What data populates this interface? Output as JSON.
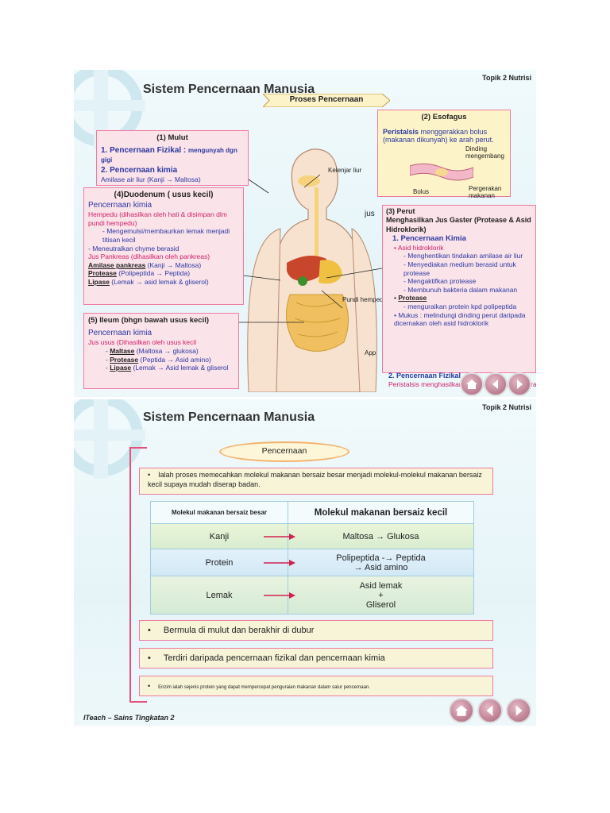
{
  "slide1": {
    "topic": "Topik 2 Nutrisi",
    "title": "Sistem Pencernaan Manusia",
    "ribbon": "Proses Pencernaan",
    "mulut": {
      "heading": "(1) Mulut",
      "l1a": "1. Pencernaan Fizikal : ",
      "l1b": "mengunyah dgn gigi",
      "l2": "2. Pencernaan kimia",
      "l3": "Amilase air liur (Kanji → Maltosa)"
    },
    "duodenum": {
      "heading": "(4)Duodenum ( usus kecil)",
      "sub": "Pencernaan kimia",
      "l1": "Hempedu (dihasilkan oleh hati & disimpan dlm pundi hempedu)",
      "l2": "- Mengemulsi/membaurkan lemak menjadi titisan kecil",
      "l3": "- Meneutralkan chyme berasid",
      "l4": "Jus Pankreas (dihasilkan oleh pankreas)",
      "l5a": "Amilase pankreas",
      "l5b": " (Kanji → Maltosa)",
      "l6a": "Protease",
      "l6b": " (Polipeptida → Peptida)",
      "l7a": "Lipase",
      "l7b": " (Lemak → asid lemak & gliserol)"
    },
    "ileum": {
      "heading": "(5) Ileum (bhgn bawah usus kecil)",
      "sub": "Pencernaan kimia",
      "l1": "Jus usus (Dihasilkan oleh usus kecil",
      "l2a": "Maltase",
      "l2b": " (Maltosa → glukosa)",
      "l3a": "Protease",
      "l3b": " (Peptida → Asid amino)",
      "l4a": "Lipase",
      "l4b": " (Lemak → Asid lemak & gliserol"
    },
    "esofagus": {
      "heading": "(2) Esofagus",
      "l1a": "Peristalsis",
      "l1b": " menggerakkan bolus (makanan dikunyah) ke arah perut.",
      "dinding": "Dinding mengembang",
      "bolus": "Bolus",
      "pergerakan": "Pergerakan makanan"
    },
    "perut": {
      "heading": "(3) Perut",
      "l1": "Menghasilkan Jus Gaster (Protease & Asid Hidroklorik)",
      "l2": "1. Pencernaan Kimia",
      "b1": "Asid hidroklorik",
      "b1a": "- Menghentikan tindakan amilase air liur",
      "b1b": "- Menyediakan medium berasid untuk protease",
      "b1c": "- Mengaktifkan protease",
      "b1d": "- Membunuh bakteria dalam makanan",
      "b2": "Protease",
      "b2a": "- menguraikan protein kpd polipeptida",
      "b3": "Mukus : melindungi dinding perut daripada dicernakan oleh asid hidroklorik",
      "l3": "2. Pencernaan Fizikal",
      "l4": "Peristalsis menghasilkan chyme/makanan separa pepejal"
    },
    "labels": {
      "kelenjar": "Kelenjar liur",
      "pundi": "Pundi hempedu",
      "jus": "jus",
      "app": "App"
    }
  },
  "slide2": {
    "topic": "Topik 2 Nutrisi",
    "title": "Sistem Pencernaan Manusia",
    "pill": "Pencernaan",
    "definition": "Ialah proses memecahkan molekul makanan bersaiz besar menjadi molekul-molekul makanan bersaiz kecil supaya mudah diserap badan.",
    "table": {
      "h1": "Molekul makanan bersaiz besar",
      "h2": "Molekul makanan bersaiz kecil",
      "r1a": "Kanji",
      "r1b": "Maltosa → Glukosa",
      "r2a": "Protein",
      "r2b1": "Polipeptida -→ Peptida",
      "r2b2": "→ Asid amino",
      "r3a": "Lemak",
      "r3b1": "Asid lemak",
      "r3b2": "+",
      "r3b3": "Gliserol"
    },
    "bullet1": "Bermula di mulut dan berakhir di dubur",
    "bullet2": "Terdiri daripada pencernaan fizikal dan pencernaan kimia",
    "bullet3": "Enzim ialah sejenis protein yang dapat mempercepat penguraian makanan dalam salur pencernaan.",
    "footer": "ITeach – Sains Tingkatan 2"
  },
  "icons": [
    "home-icon",
    "back-arrow-icon",
    "forward-arrow-icon"
  ]
}
